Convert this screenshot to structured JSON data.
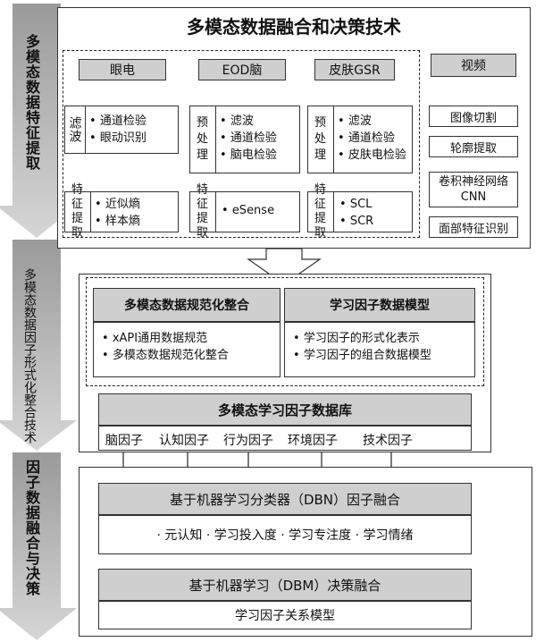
{
  "left": {
    "stage1": "多模态数据特征提取",
    "stage2": "多模态数据因子形式化整合技术",
    "stage3": "因子数据融合与决策"
  },
  "top": {
    "title": "多模态数据融合和决策技术",
    "eye": {
      "header": "眼电",
      "pre_label": "滤波",
      "pre_items": [
        "通道检验",
        "眼动识别"
      ],
      "feat_label": "特征提取",
      "feat_items": [
        "近似熵",
        "样本熵"
      ]
    },
    "eeg": {
      "header": "EOD脑",
      "pre_label": "预处理",
      "pre_items": [
        "滤波",
        "通道检验",
        "脑电检验"
      ],
      "feat_label": "特征提取",
      "feat_items": [
        "eSense"
      ]
    },
    "skin": {
      "header": "皮肤GSR",
      "pre_label": "预处理",
      "pre_items": [
        "滤波",
        "通道检验",
        "皮肤电检验"
      ],
      "feat_label": "特征提取",
      "feat_items": [
        "SCL",
        "SCR"
      ]
    },
    "video": {
      "header": "视频",
      "steps": [
        "图像切割",
        "轮廓提取",
        "卷积神经网络CNN",
        "面部特征识别"
      ]
    }
  },
  "middle": {
    "left_title": "多模态数据规范化整合",
    "left_items": [
      "xAPI通用数据规范",
      "多模态数据规范化整合"
    ],
    "right_title": "学习因子数据模型",
    "right_items": [
      "学习因子的形式化表示",
      "学习因子的组合数据模型"
    ],
    "db_title": "多模态学习因子数据库",
    "factors": [
      "脑因子",
      "认知因子",
      "行为因子",
      "环境因子",
      "技术因子"
    ]
  },
  "bottom": {
    "dbn_title": "基于机器学习分类器（DBN）因子融合",
    "dbn_items": "· 元认知 · 学习投入度 · 学习专注度 · 学习情绪",
    "dbm_title": "基于机器学习（DBM）决策融合",
    "model": "学习因子关系模型"
  }
}
